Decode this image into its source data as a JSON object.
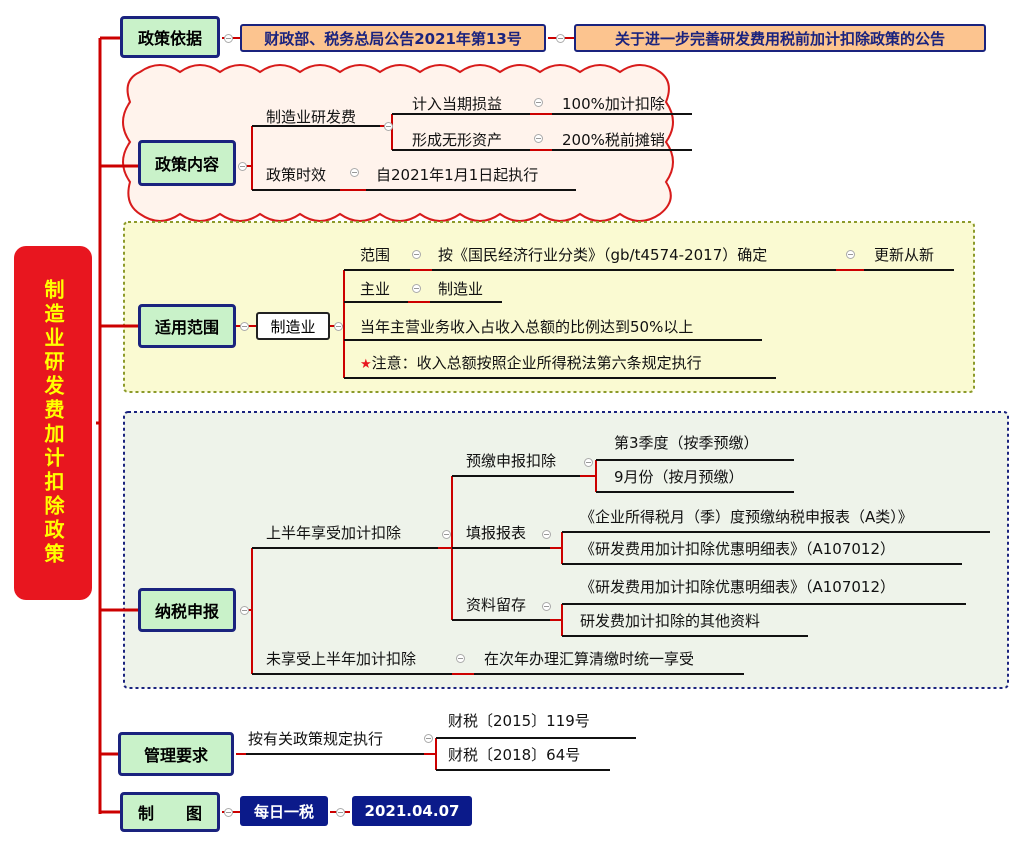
{
  "root": {
    "title": "制造业研发费加计扣除政策"
  },
  "policy_basis": {
    "label": "政策依据",
    "doc": "财政部、税务总局公告2021年第13号",
    "doc_title": "关于进一步完善研发费用税前加计扣除政策的公告"
  },
  "policy_content": {
    "label": "政策内容",
    "rd_expense": {
      "label": "制造业研发费",
      "expensed": {
        "label": "计入当期损益",
        "value": "100%加计扣除"
      },
      "capitalized": {
        "label": "形成无形资产",
        "value": "200%税前摊销"
      }
    },
    "validity": {
      "label": "政策时效",
      "value": "自2021年1月1日起执行"
    }
  },
  "scope": {
    "label": "适用范围",
    "industry": "制造业",
    "range": {
      "label": "范围",
      "value": "按《国民经济行业分类》（gb/t4574-2017）确定",
      "note": "更新从新"
    },
    "main_business": {
      "label": "主业",
      "value": "制造业"
    },
    "ratio": "当年主营业务收入占收入总额的比例达到50%以上",
    "notice": "注意：收入总额按照企业所得税法第六条规定执行"
  },
  "tax_filing": {
    "label": "纳税申报",
    "first_half": {
      "label": "上半年享受加计扣除",
      "prepay": {
        "label": "预缴申报扣除",
        "items": [
          "第3季度（按季预缴）",
          "9月份（按月预缴）"
        ]
      },
      "forms": {
        "label": "填报报表",
        "items": [
          "《企业所得税月（季）度预缴纳税申报表（A类）》",
          "《研发费用加计扣除优惠明细表》（A107012）"
        ]
      },
      "records": {
        "label": "资料留存",
        "items": [
          "《研发费用加计扣除优惠明细表》（A107012）",
          "研发费加计扣除的其他资料"
        ]
      }
    },
    "not_first_half": {
      "label": "未享受上半年加计扣除",
      "value": "在次年办理汇算清缴时统一享受"
    }
  },
  "management": {
    "label": "管理要求",
    "rule": "按有关政策规定执行",
    "docs": [
      "财税〔2015〕119号",
      "财税〔2018〕64号"
    ]
  },
  "credits": {
    "label": "制　　图",
    "author": "每日一税",
    "date": "2021.04.07"
  },
  "colors": {
    "root_bg": "#e8161f",
    "root_text": "#ffff00",
    "category_bg": "#c9f2c9",
    "category_border": "#1a237e",
    "peach": "#fcc48f",
    "navy": "#0b1a8a",
    "connector": "#cc0000"
  }
}
